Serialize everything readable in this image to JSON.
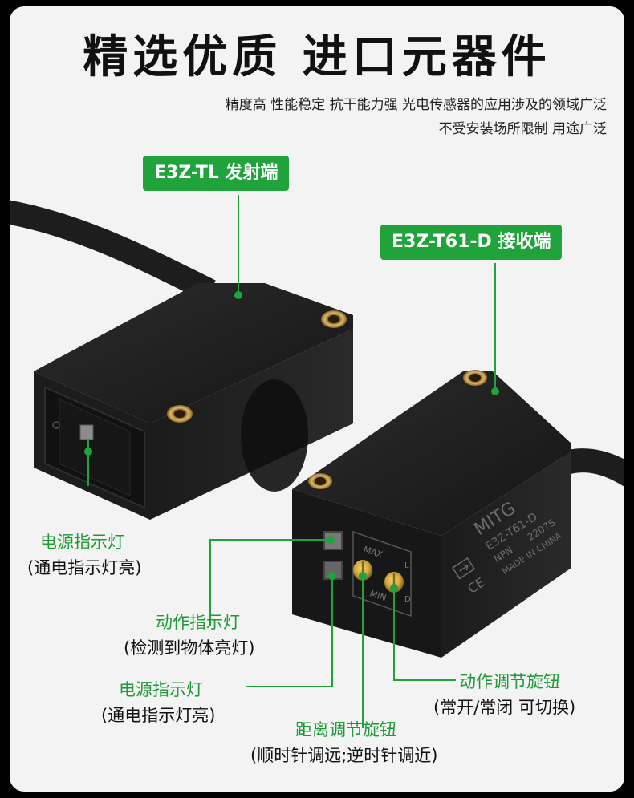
{
  "title": "精选优质 进口元器件",
  "subtitle_lines": [
    "精度高 性能稳定 抗干能力强 光电传感器的应用涉及的领域广泛",
    "不受安装场所限制  用途广泛"
  ],
  "tags": {
    "emitter": "E3Z-TL 发射端",
    "receiver": "E3Z-T61-D 接收端"
  },
  "callouts": {
    "power_left_title": "电源指示灯",
    "power_left_desc": "(通电指示灯亮)",
    "action_title": "动作指示灯",
    "action_desc": "(检测到物体亮灯)",
    "power_right_title": "电源指示灯",
    "power_right_desc": "(通电指示灯亮)",
    "distance_title": "距离调节旋钮",
    "distance_desc": "(顺时针调远;逆时针调近)",
    "mode_title": "动作调节旋钮",
    "mode_desc": "(常开/常闭 可切换)"
  },
  "sensor_marking": {
    "brand": "MITG",
    "model": "E3Z-T61-D",
    "type": "NPN",
    "code": "2207S",
    "origin": "MADE IN CHINA",
    "max": "MAX",
    "min": "MIN",
    "l": "L",
    "d": "D",
    "ce": "CE"
  },
  "colors": {
    "accent": "#1fa33a",
    "body": "#1a1a1a"
  }
}
